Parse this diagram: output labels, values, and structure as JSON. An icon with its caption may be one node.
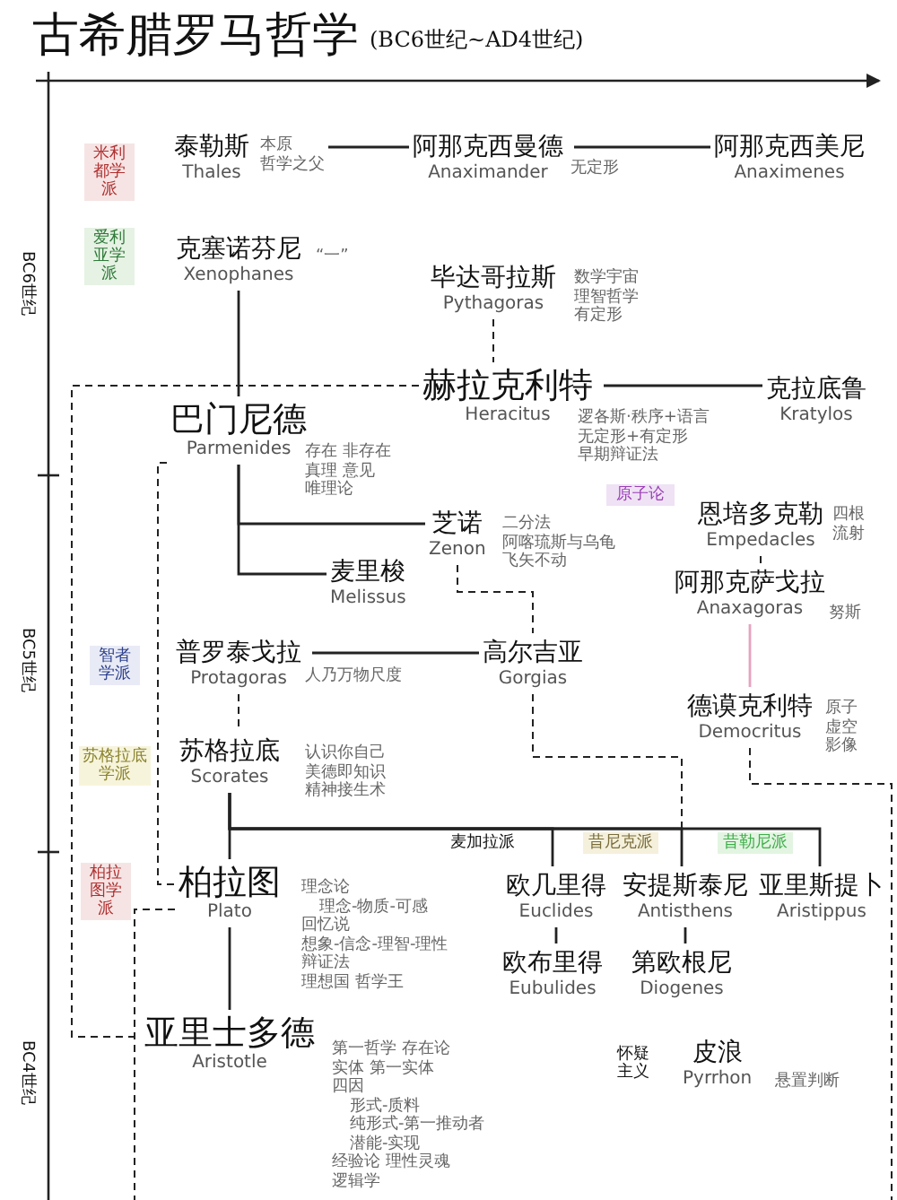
{
  "diagram": {
    "title": "古希腊罗马哲学",
    "nodes": [
      {
        "text": [
          "泰勒斯",
          "Thales"
        ],
        "beside": [
          "本原",
          "哲学之父"
        ]
      },
      {
        "text": [
          "阿那克西曼德",
          "Anaximander"
        ],
        "beside": [
          "无定形"
        ]
      },
      {
        "text": [
          "阿那克西美尼",
          "Anaximenes"
        ]
      },
      {
        "text": [
          "克塞诺芬尼",
          "Xenophanes"
        ],
        "beside": [
          "“一”"
        ]
      },
      {
        "text": [
          "毕达哥拉斯",
          "Pythagoras"
        ],
        "beside": [
          "数学宇宙",
          "理智哲学",
          "有定形"
        ]
      },
      {
        "text": [
          "赫拉克利特",
          "Heracitus"
        ],
        "beside": [
          "逻各斯·秩序+语言",
          "无定形+有定形",
          "早期辩证法"
        ]
      },
      {
        "text": [
          "克拉底鲁",
          "Kratylos"
        ]
      },
      {
        "text": [
          "巴门尼德",
          "Parmenides"
        ],
        "beside": [
          "存在 非存在",
          "真理 意见",
          "唯理论"
        ]
      },
      {
        "text": [
          "芝诺",
          "Zenon"
        ],
        "beside": [
          "二分法",
          "阿喀琉斯与乌龟",
          "飞矢不动"
        ]
      },
      {
        "text": [
          "麦里梭",
          "Melissus"
        ]
      },
      {
        "text": [
          "恩培多克勒",
          "Empedacles"
        ],
        "beside": [
          "四根",
          "流射"
        ]
      },
      {
        "text": [
          "阿那克萨戈拉",
          "Anaxagoras"
        ],
        "beside": [
          "努斯"
        ]
      },
      {
        "text": [
          "普罗泰戈拉",
          "Protagoras"
        ],
        "beside": [
          "人乃万物尺度"
        ]
      },
      {
        "text": [
          "高尔吉亚",
          "Gorgias"
        ]
      },
      {
        "text": [
          "德谟克利特",
          "Democritus"
        ],
        "beside": [
          "原子",
          "虚空",
          "影像"
        ]
      },
      {
        "text": [
          "苏格拉底",
          "Scorates"
        ],
        "beside": [
          "认识你自己",
          "美德即知识",
          "精神接生术"
        ]
      },
      {
        "text": [
          "柏拉图",
          "Plato"
        ],
        "beside": [
          "理念论",
          "理念-物质-可感",
          "回忆说",
          "想象-信念-理智-理性",
          "辩证法",
          "理想国 哲学王"
        ]
      },
      {
        "text": [
          "欧几里得",
          "Euclides"
        ]
      },
      {
        "text": [
          "安提斯泰尼",
          "Antisthens"
        ]
      },
      {
        "text": [
          "亚里斯提卜",
          "Aristippus"
        ]
      },
      {
        "text": [
          "欧布里得",
          "Eubulides"
        ]
      },
      {
        "text": [
          "第欧根尼",
          "Diogenes"
        ]
      },
      {
        "text": [
          "亚里士多德",
          "Aristotle"
        ],
        "beside": [
          "第一哲学 存在论",
          "实体 第一实体",
          "四因",
          "形式-质料",
          "纯形式-第一推动者",
          "潜能-实现",
          "经验论 理性灵魂",
          "逻辑学"
        ]
      },
      {
        "text": [
          "皮浪",
          "Pyrrhon"
        ],
        "beside": [
          "悬置判断"
        ]
      },
      {
        "text": [
          "米利都学派"
        ]
      },
      {
        "text": [
          "爱利亚学派"
        ]
      },
      {
        "text": [
          "原子论"
        ]
      },
      {
        "text": [
          "智者学派"
        ]
      },
      {
        "text": [
          "苏格拉底学派"
        ]
      },
      {
        "text": [
          "昔尼克派"
        ]
      },
      {
        "text": [
          "昔勒尼派"
        ]
      },
      {
        "text": [
          "柏拉图学派"
        ]
      }
    ],
    "edges": [
      {
        "from": 0,
        "to": 1,
        "arrow": "none"
      },
      {
        "from": 1,
        "to": 2,
        "arrow": "none"
      },
      {
        "from": 3,
        "to": 7,
        "arrow": "none"
      },
      {
        "from": 4,
        "to": 5,
        "arrow": "none",
        "style": "dashed"
      },
      {
        "from": 5,
        "to": 6,
        "arrow": "none"
      },
      {
        "from": 5,
        "to": 22,
        "arrow": "none",
        "style": "dashed"
      },
      {
        "from": 7,
        "to": 8,
        "arrow": "none"
      },
      {
        "from": 7,
        "to": 9,
        "arrow": "none"
      },
      {
        "from": 7,
        "to": 16,
        "arrow": "none",
        "style": "dashed"
      },
      {
        "from": 8,
        "to": 13,
        "arrow": "none",
        "style": "dashed"
      },
      {
        "from": 10,
        "to": 11,
        "arrow": "none",
        "style": "dashed"
      },
      {
        "from": 11,
        "to": 14,
        "arrow": "none",
        "color": "#e7a3bd"
      },
      {
        "from": 12,
        "to": 13,
        "arrow": "none"
      },
      {
        "from": 12,
        "to": 15,
        "arrow": "none",
        "style": "dashed"
      },
      {
        "from": 13,
        "to": 18,
        "arrow": "none",
        "style": "dashed"
      },
      {
        "from": 14,
        "to": null,
        "arrow": "none",
        "style": "dashed"
      },
      {
        "from": 15,
        "to": 16,
        "arrow": "none"
      },
      {
        "from": 15,
        "to": 17,
        "arrow": "none"
      },
      {
        "from": 15,
        "to": 18,
        "arrow": "none"
      },
      {
        "from": 15,
        "to": 19,
        "arrow": "none"
      },
      {
        "from": 17,
        "to": 20,
        "arrow": "none"
      },
      {
        "from": 18,
        "to": 21,
        "arrow": "none"
      },
      {
        "from": 16,
        "to": 22,
        "arrow": "none"
      },
      {
        "from": 16,
        "to": null,
        "arrow": "none",
        "style": "dashed"
      }
    ],
    "labels": [
      "(BC6世纪~AD4世纪)",
      "BC6世纪",
      "BC5世纪",
      "BC4世纪",
      "麦加拉派",
      "怀疑主义"
    ]
  }
}
